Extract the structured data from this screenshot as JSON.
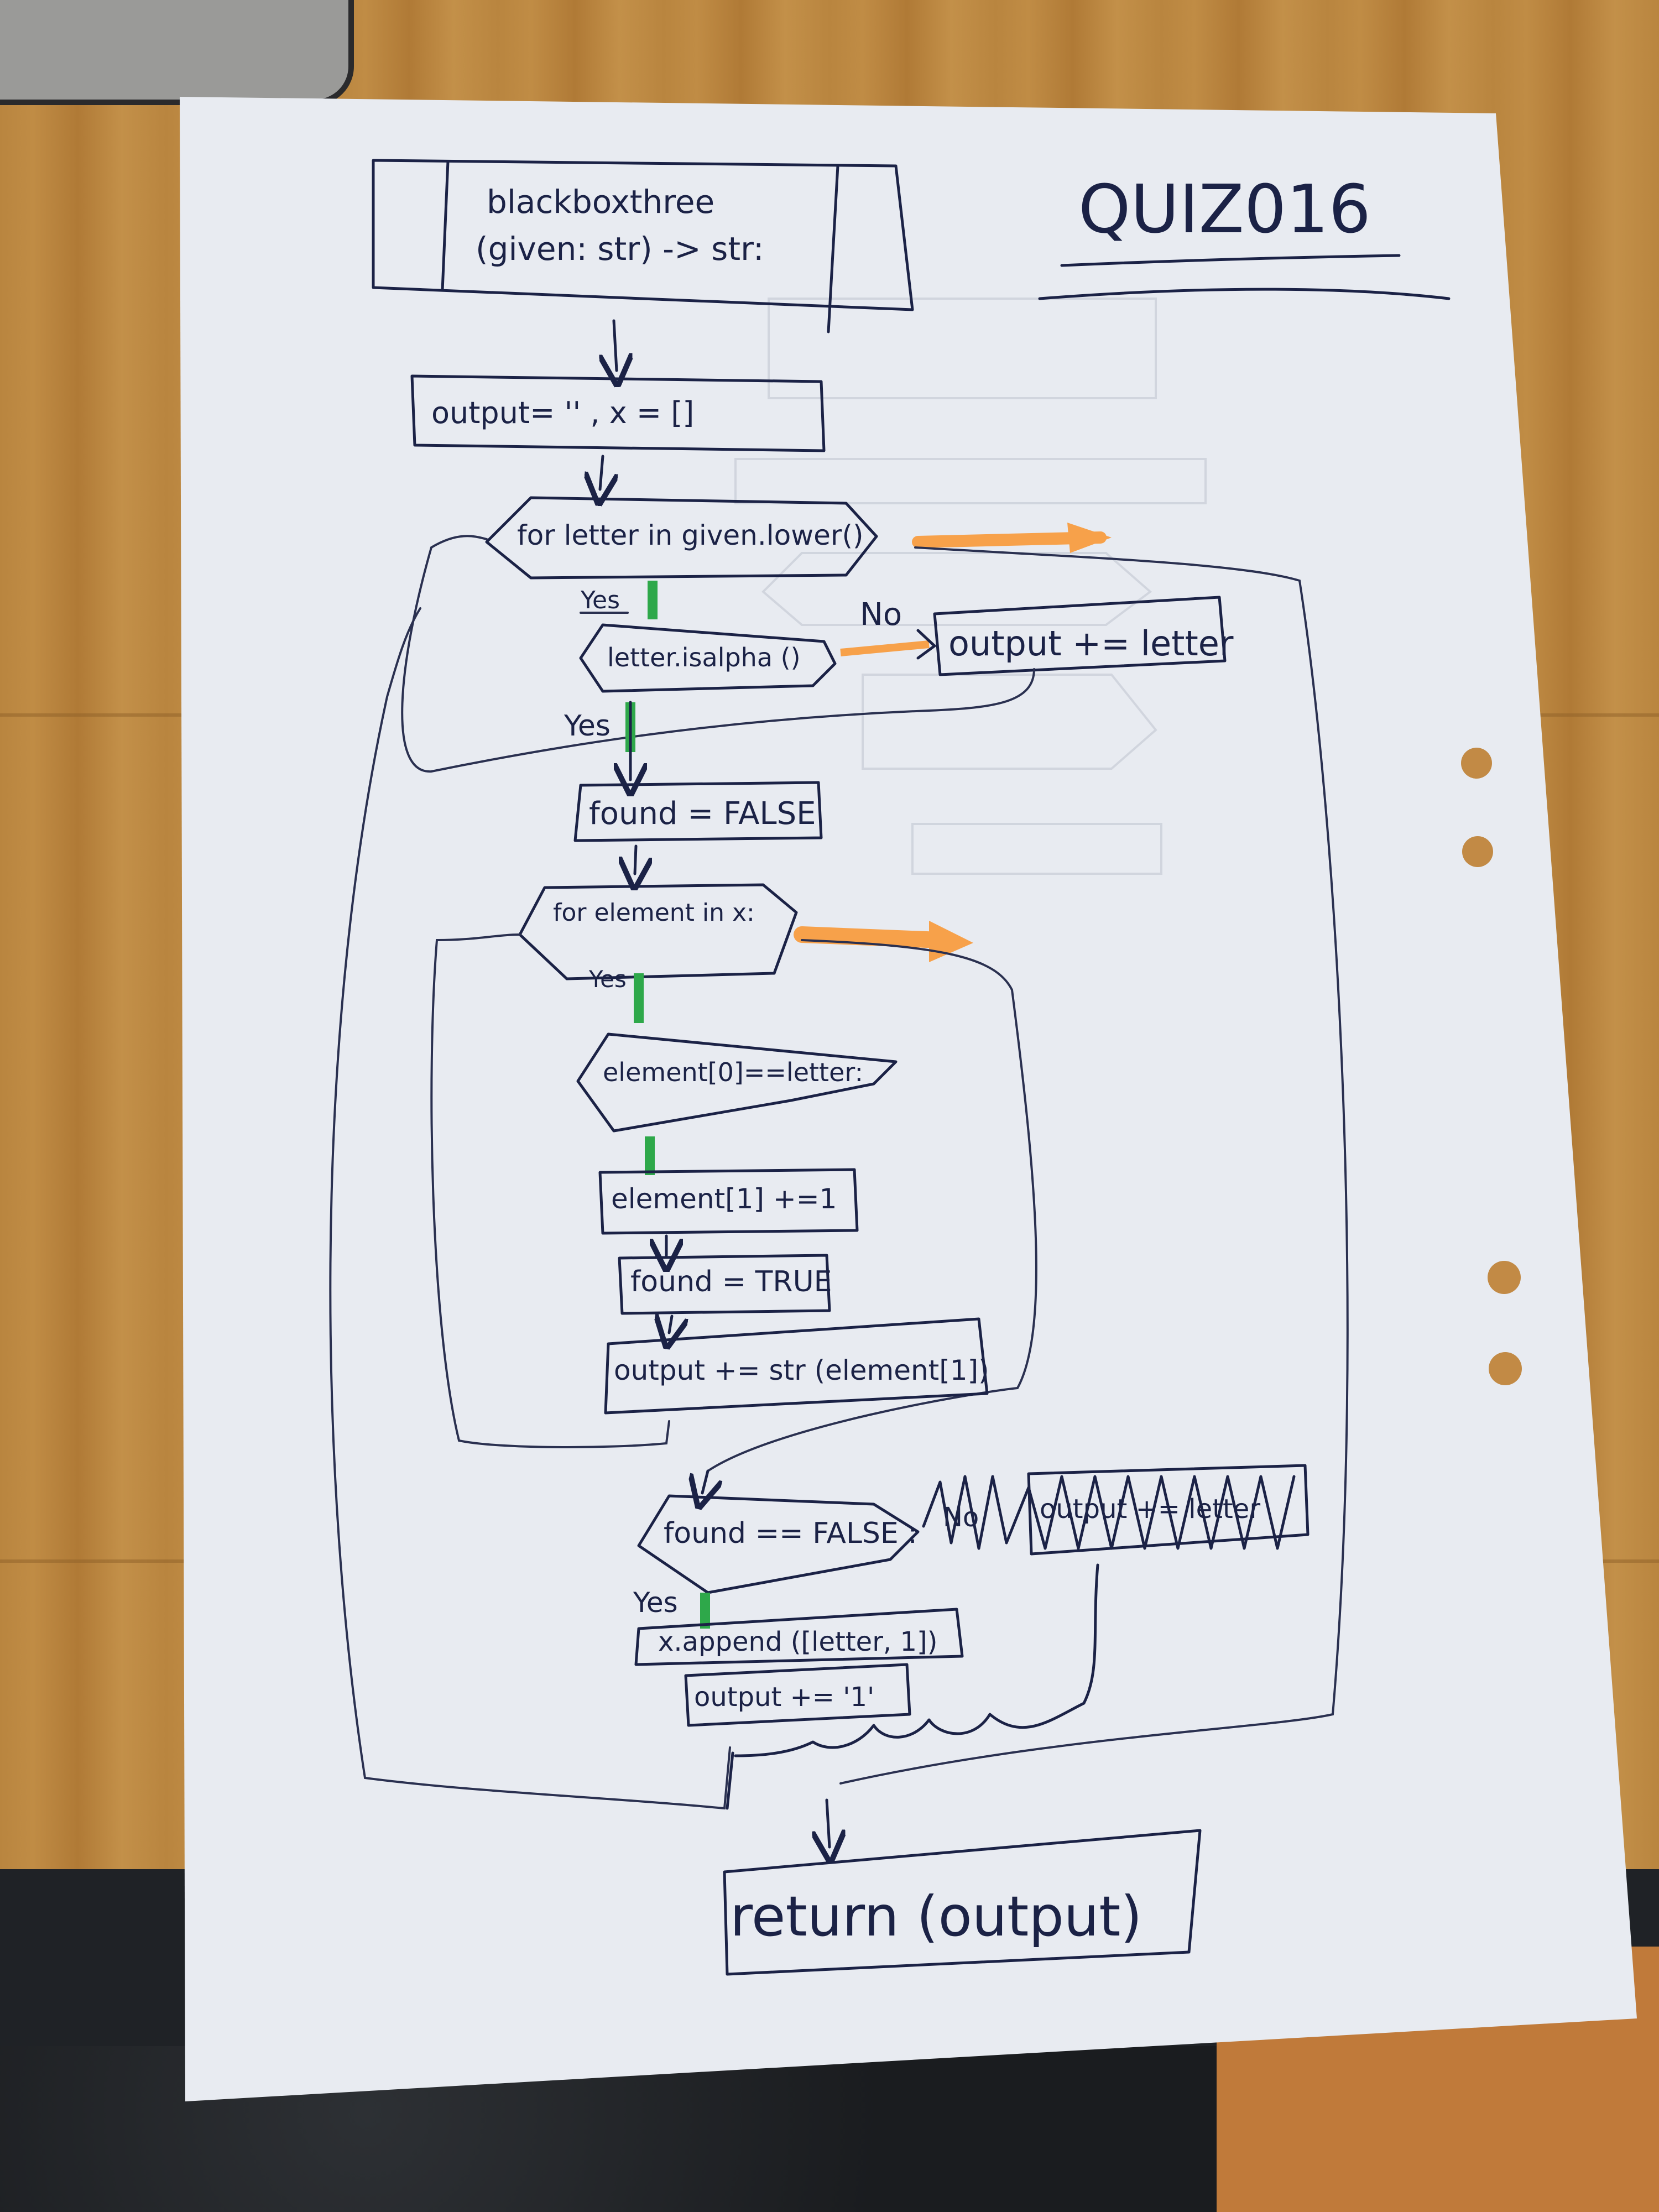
{
  "title": "QUIZ016",
  "nodes": {
    "function_name": "blackboxthree",
    "function_sig": "(given: str) -> str:",
    "init": "output= '' , x = []",
    "loop_letters": "for letter in given.lower()",
    "is_alpha": "letter.isalpha ()",
    "output_letter": "output += letter",
    "found_false": "found = FALSE",
    "loop_elements": "for element in x:",
    "element_check": "element[0]==letter:",
    "increment": "element[1] +=1",
    "found_true": "found = TRUE",
    "output_count": "output += str (element[1])",
    "found_check": "found == FALSE :",
    "crossed_output": "output += letter",
    "append": "x.append ([letter, 1])",
    "output_one": "output += '1'",
    "return": "return (output)"
  },
  "labels": {
    "yes1": "Yes",
    "no1": "No",
    "yes2": "Yes",
    "yes3": "Yes",
    "no2": "No",
    "yes4": "Yes"
  },
  "colors": {
    "ink": "#1b2246",
    "yes_arrow": "#2ea84a",
    "exit_arrow": "#f7a14a",
    "paper": "#e9ecf2"
  }
}
